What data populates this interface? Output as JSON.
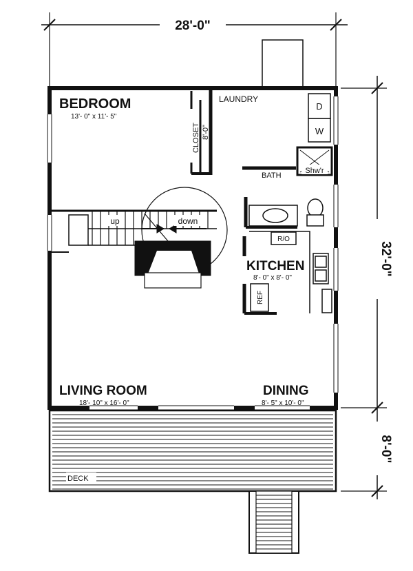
{
  "dimensions": {
    "width": "28'-0\"",
    "height_main": "32'-0\"",
    "height_deck": "8'-0\""
  },
  "rooms": {
    "bedroom": {
      "name": "BEDROOM",
      "size": "13'- 0\" x 11'- 5\""
    },
    "kitchen": {
      "name": "KITCHEN",
      "size": "8'- 0\" x 8'- 0\""
    },
    "living": {
      "name": "LIVING ROOM",
      "size": "18'- 10\" x 16'- 0\""
    },
    "dining": {
      "name": "DINING",
      "size": "8'- 5\" x 10'- 0\""
    }
  },
  "labels": {
    "laundry": "LAUNDRY",
    "closet": "CLOSET",
    "closet_size": "8'-0\"",
    "bath": "BATH",
    "shower": "Shw'r",
    "dryer": "D",
    "washer": "W",
    "range_oven": "R/O",
    "refrigerator": "REF",
    "stairs_up": "up",
    "stairs_down": "down",
    "deck": "DECK"
  }
}
